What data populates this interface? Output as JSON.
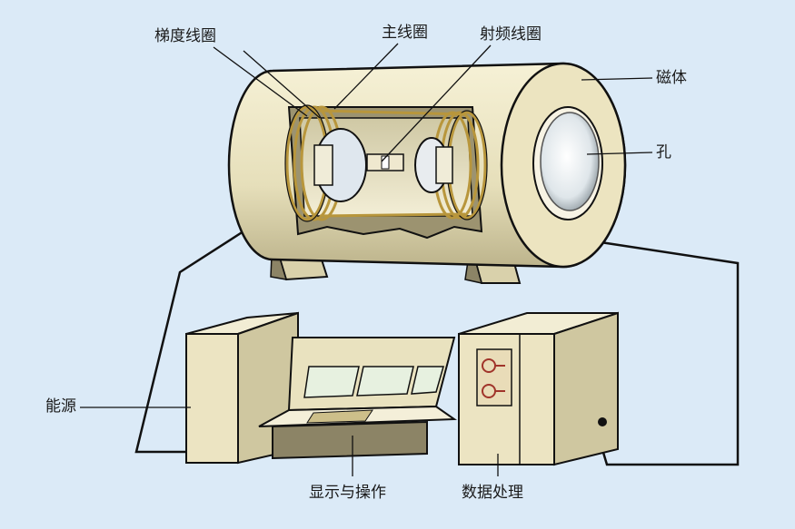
{
  "labels": {
    "gradient_coil": "梯度线圈",
    "main_coil": "主线圈",
    "rf_coil": "射频线圈",
    "magnet": "磁体",
    "bore": "孔",
    "power_supply": "能源",
    "display_operation": "显示与操作",
    "data_processing": "数据处理"
  },
  "colors": {
    "background": "#dbeaf7",
    "body": "#ece6c5",
    "body_shade": "#cfc7a0",
    "dark_shade": "#8c8466",
    "outline": "#1a1a1a",
    "coil_gold": "#b8963c"
  }
}
